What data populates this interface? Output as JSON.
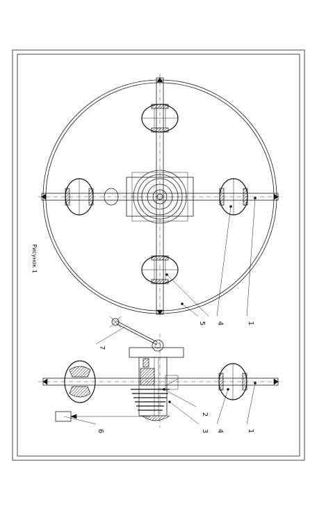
{
  "caption": "Рисунок 1",
  "top_view_callouts": [
    "1",
    "4",
    "5"
  ],
  "side_view_callouts": [
    "1",
    "4",
    "3",
    "2",
    "6",
    "7"
  ]
}
